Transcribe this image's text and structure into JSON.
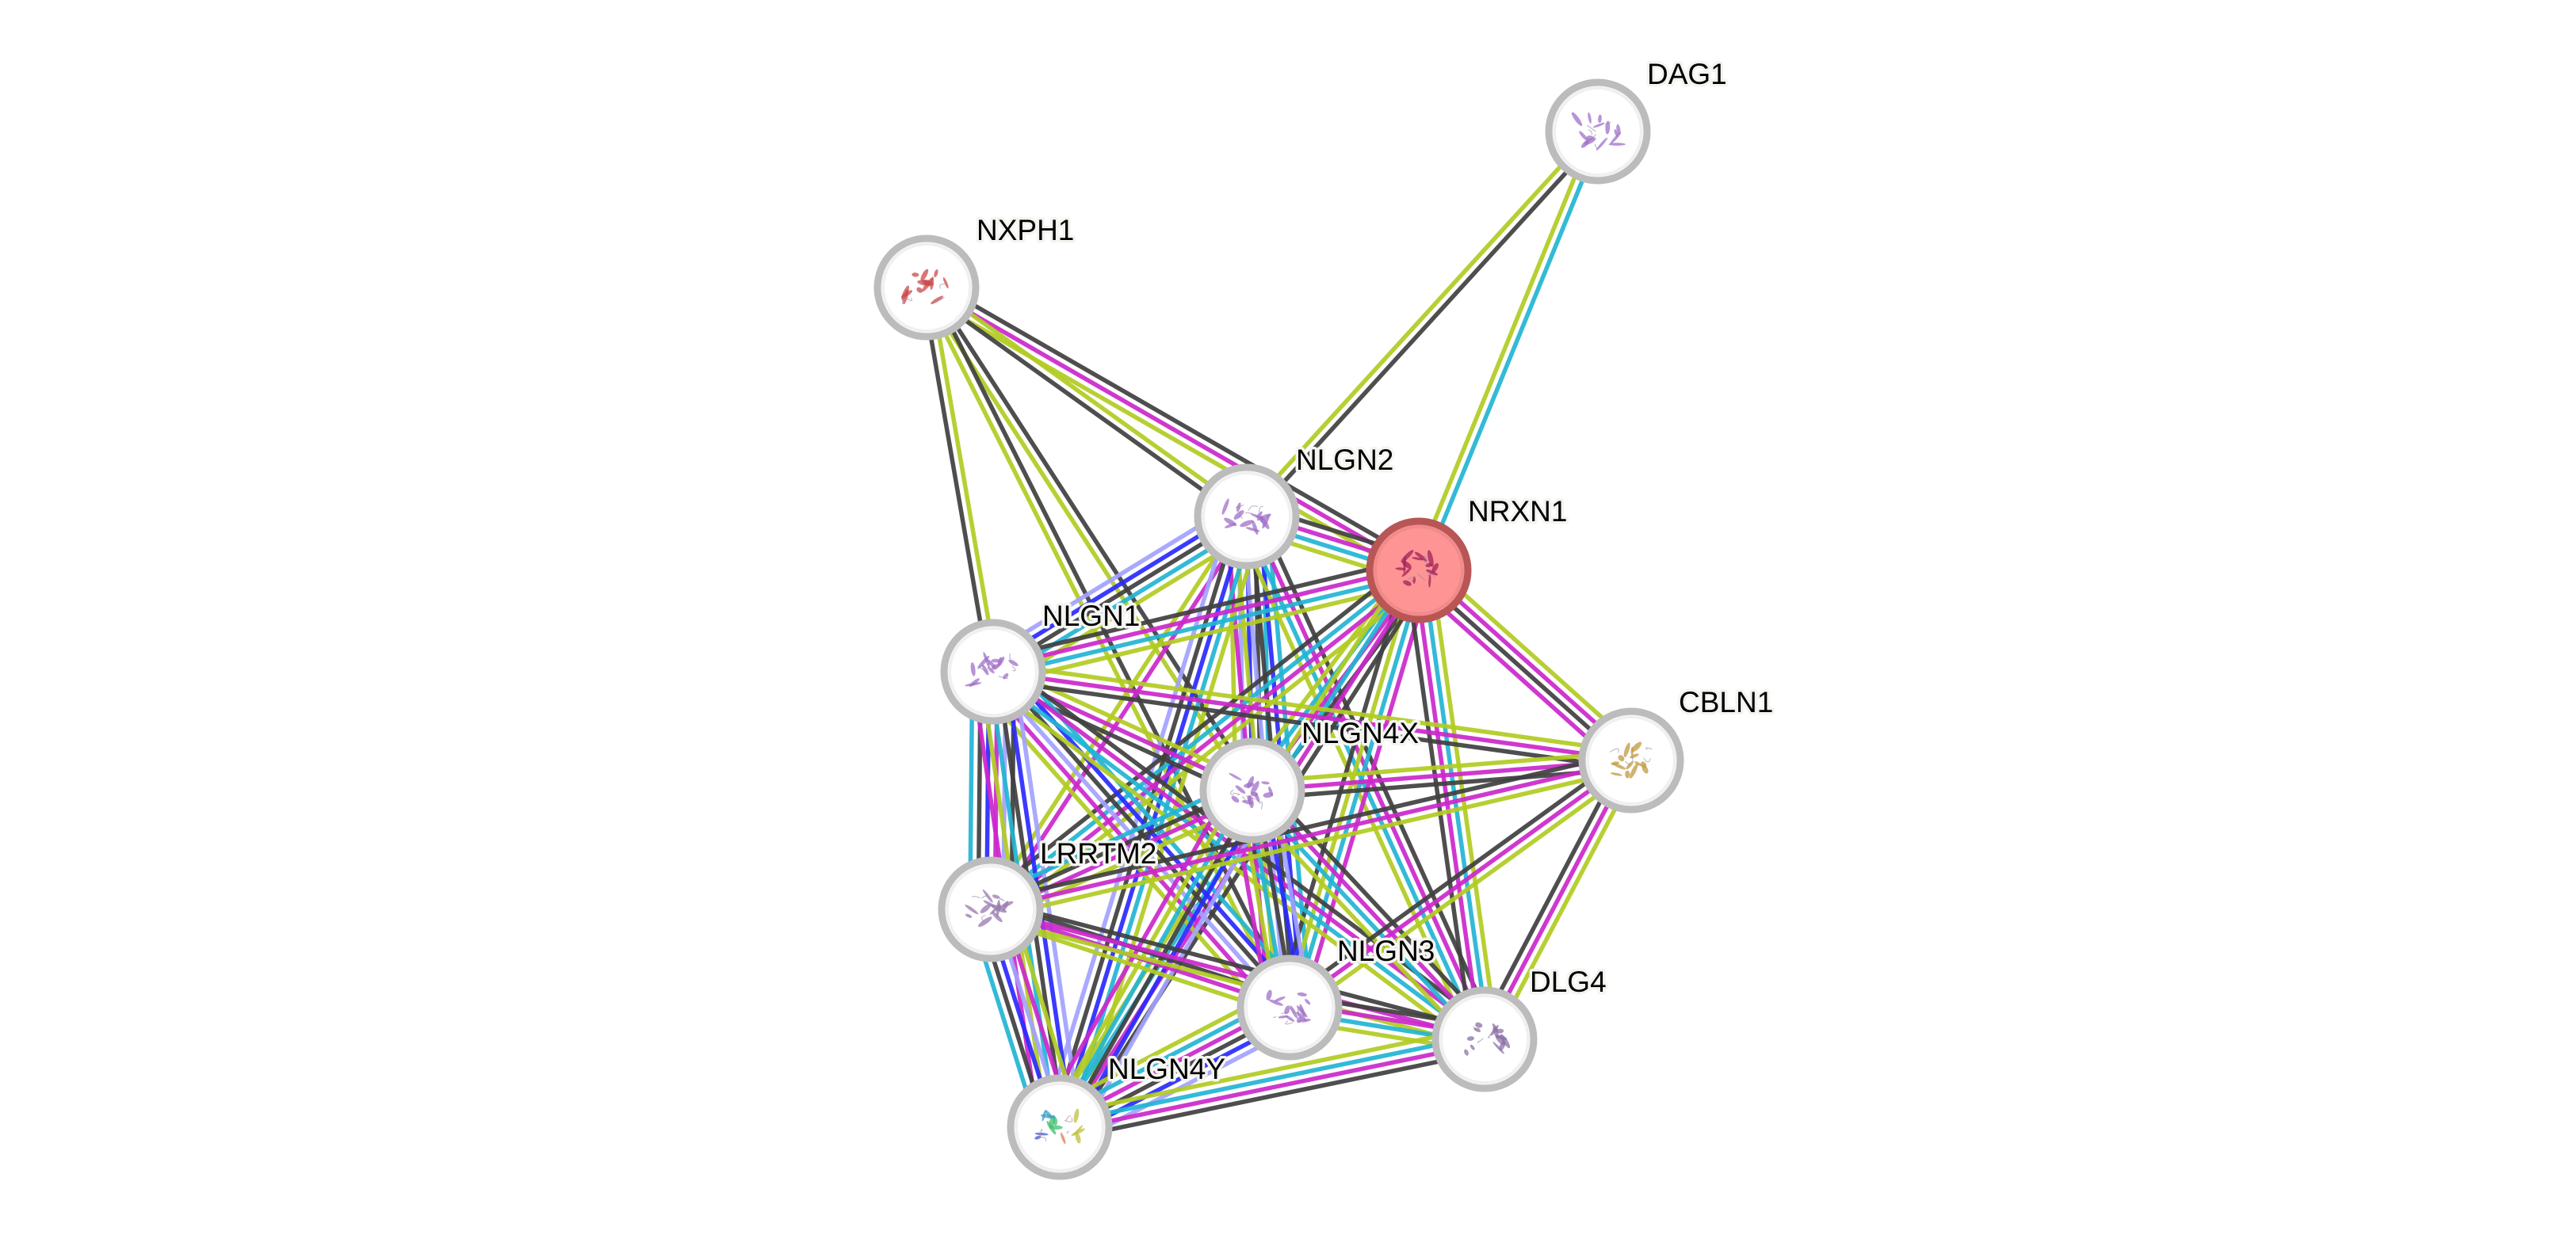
{
  "network": {
    "evidence_colors": {
      "curated": "#22b5d4",
      "experimental": "#cc28cc",
      "coexpression": "#404040",
      "textmining": "#b2cc22",
      "cooccurrence": "#2a2aff",
      "homology": "#a2a2ff"
    },
    "query_protein": "NRXN1",
    "nodes": [
      {
        "id": "DAG1",
        "label": "DAG1",
        "query": false,
        "structure_color": "#a070c8"
      },
      {
        "id": "NXPH1",
        "label": "NXPH1",
        "query": false,
        "structure_color": "#cc4a4a"
      },
      {
        "id": "NLGN2",
        "label": "NLGN2",
        "query": false,
        "structure_color": "#a070c8"
      },
      {
        "id": "NRXN1",
        "label": "NRXN1",
        "query": true,
        "structure_color": "#a0205a"
      },
      {
        "id": "NLGN1",
        "label": "NLGN1",
        "query": false,
        "structure_color": "#a070c8"
      },
      {
        "id": "NLGN4X",
        "label": "NLGN4X",
        "query": false,
        "structure_color": "#a070c8"
      },
      {
        "id": "CBLN1",
        "label": "CBLN1",
        "query": false,
        "structure_color": "#c09a40"
      },
      {
        "id": "LRRTM2",
        "label": "LRRTM2",
        "query": false,
        "structure_color": "#9878b0"
      },
      {
        "id": "NLGN3",
        "label": "NLGN3",
        "query": false,
        "structure_color": "#a070c8"
      },
      {
        "id": "DLG4",
        "label": "DLG4",
        "query": false,
        "structure_color": "#8c70a8"
      },
      {
        "id": "NLGN4Y",
        "label": "NLGN4Y",
        "query": false,
        "structure_color": "rainbow"
      }
    ],
    "edges": [
      {
        "source": "DAG1",
        "target": "NLGN2",
        "evidence": [
          "coexpression",
          "textmining"
        ]
      },
      {
        "source": "DAG1",
        "target": "NRXN1",
        "evidence": [
          "curated",
          "textmining"
        ]
      },
      {
        "source": "NXPH1",
        "target": "NRXN1",
        "evidence": [
          "coexpression",
          "experimental",
          "textmining"
        ]
      },
      {
        "source": "NXPH1",
        "target": "NLGN2",
        "evidence": [
          "textmining",
          "coexpression"
        ]
      },
      {
        "source": "NXPH1",
        "target": "NLGN1",
        "evidence": [
          "textmining",
          "coexpression"
        ]
      },
      {
        "source": "NXPH1",
        "target": "NLGN4X",
        "evidence": [
          "coexpression",
          "textmining"
        ]
      },
      {
        "source": "NXPH1",
        "target": "NLGN3",
        "evidence": [
          "coexpression",
          "textmining"
        ]
      },
      {
        "source": "NLGN2",
        "target": "NRXN1",
        "evidence": [
          "coexpression",
          "experimental",
          "curated",
          "textmining"
        ]
      },
      {
        "source": "NLGN2",
        "target": "NLGN1",
        "evidence": [
          "textmining",
          "curated",
          "coexpression",
          "cooccurrence",
          "homology"
        ]
      },
      {
        "source": "NLGN2",
        "target": "NLGN4X",
        "evidence": [
          "curated",
          "coexpression",
          "cooccurrence",
          "homology",
          "textmining"
        ]
      },
      {
        "source": "NLGN2",
        "target": "LRRTM2",
        "evidence": [
          "experimental",
          "textmining"
        ]
      },
      {
        "source": "NLGN2",
        "target": "NLGN3",
        "evidence": [
          "curated",
          "cooccurrence",
          "coexpression",
          "homology",
          "textmining",
          "experimental"
        ]
      },
      {
        "source": "NLGN2",
        "target": "NLGN4Y",
        "evidence": [
          "textmining",
          "curated",
          "cooccurrence",
          "coexpression",
          "homology"
        ]
      },
      {
        "source": "NLGN2",
        "target": "DLG4",
        "evidence": [
          "coexpression",
          "experimental",
          "curated",
          "textmining"
        ]
      },
      {
        "source": "NRXN1",
        "target": "NLGN1",
        "evidence": [
          "textmining",
          "curated",
          "experimental",
          "coexpression"
        ]
      },
      {
        "source": "NRXN1",
        "target": "NLGN4X",
        "evidence": [
          "coexpression",
          "experimental",
          "curated",
          "textmining"
        ]
      },
      {
        "source": "NRXN1",
        "target": "CBLN1",
        "evidence": [
          "textmining",
          "experimental",
          "coexpression",
          "experimental"
        ]
      },
      {
        "source": "NRXN1",
        "target": "LRRTM2",
        "evidence": [
          "textmining",
          "experimental",
          "curated",
          "coexpression"
        ]
      },
      {
        "source": "NRXN1",
        "target": "NLGN3",
        "evidence": [
          "experimental",
          "curated",
          "textmining",
          "coexpression"
        ]
      },
      {
        "source": "NRXN1",
        "target": "DLG4",
        "evidence": [
          "textmining",
          "curated",
          "experimental",
          "coexpression"
        ]
      },
      {
        "source": "NRXN1",
        "target": "NLGN4Y",
        "evidence": [
          "coexpression",
          "experimental",
          "curated",
          "textmining"
        ]
      },
      {
        "source": "NLGN1",
        "target": "NLGN4X",
        "evidence": [
          "textmining",
          "experimental",
          "coexpression"
        ]
      },
      {
        "source": "NLGN1",
        "target": "CBLN1",
        "evidence": [
          "textmining",
          "experimental",
          "coexpression"
        ]
      },
      {
        "source": "NLGN1",
        "target": "LRRTM2",
        "evidence": [
          "coexpression",
          "homology",
          "experimental",
          "cooccurrence",
          "coexpression",
          "curated"
        ]
      },
      {
        "source": "NLGN1",
        "target": "NLGN3",
        "evidence": [
          "curated",
          "cooccurrence",
          "coexpression",
          "homology",
          "experimental",
          "textmining"
        ]
      },
      {
        "source": "NLGN1",
        "target": "DLG4",
        "evidence": [
          "coexpression",
          "experimental",
          "curated",
          "textmining"
        ]
      },
      {
        "source": "NLGN1",
        "target": "NLGN4Y",
        "evidence": [
          "homology",
          "cooccurrence",
          "coexpression",
          "curated",
          "textmining",
          "experimental"
        ]
      },
      {
        "source": "NLGN4X",
        "target": "CBLN1",
        "evidence": [
          "textmining",
          "experimental",
          "coexpression"
        ]
      },
      {
        "source": "NLGN4X",
        "target": "LRRTM2",
        "evidence": [
          "textmining",
          "experimental",
          "coexpression",
          "curated"
        ]
      },
      {
        "source": "NLGN4X",
        "target": "NLGN3",
        "evidence": [
          "homology",
          "cooccurrence",
          "coexpression",
          "curated",
          "textmining",
          "experimental"
        ]
      },
      {
        "source": "NLGN4X",
        "target": "DLG4",
        "evidence": [
          "coexpression",
          "experimental",
          "curated",
          "textmining"
        ]
      },
      {
        "source": "NLGN4X",
        "target": "NLGN4Y",
        "evidence": [
          "homology",
          "cooccurrence",
          "coexpression",
          "curated",
          "textmining",
          "experimental"
        ]
      },
      {
        "source": "CBLN1",
        "target": "LRRTM2",
        "evidence": [
          "textmining",
          "experimental",
          "coexpression"
        ]
      },
      {
        "source": "CBLN1",
        "target": "DLG4",
        "evidence": [
          "textmining",
          "experimental",
          "coexpression"
        ]
      },
      {
        "source": "CBLN1",
        "target": "NLGN3",
        "evidence": [
          "textmining",
          "experimental",
          "coexpression"
        ]
      },
      {
        "source": "LRRTM2",
        "target": "NLGN3",
        "evidence": [
          "coexpression",
          "experimental",
          "textmining"
        ]
      },
      {
        "source": "LRRTM2",
        "target": "NLGN4Y",
        "evidence": [
          "textmining",
          "experimental",
          "homology",
          "cooccurrence",
          "coexpression",
          "curated"
        ]
      },
      {
        "source": "LRRTM2",
        "target": "DLG4",
        "evidence": [
          "coexpression",
          "experimental",
          "textmining"
        ]
      },
      {
        "source": "NLGN3",
        "target": "DLG4",
        "evidence": [
          "coexpression",
          "experimental",
          "curated",
          "textmining"
        ]
      },
      {
        "source": "NLGN3",
        "target": "NLGN4Y",
        "evidence": [
          "homology",
          "cooccurrence",
          "coexpression",
          "experimental",
          "curated",
          "textmining"
        ]
      },
      {
        "source": "DLG4",
        "target": "NLGN4Y",
        "evidence": [
          "coexpression",
          "experimental",
          "curated",
          "textmining"
        ]
      }
    ]
  }
}
